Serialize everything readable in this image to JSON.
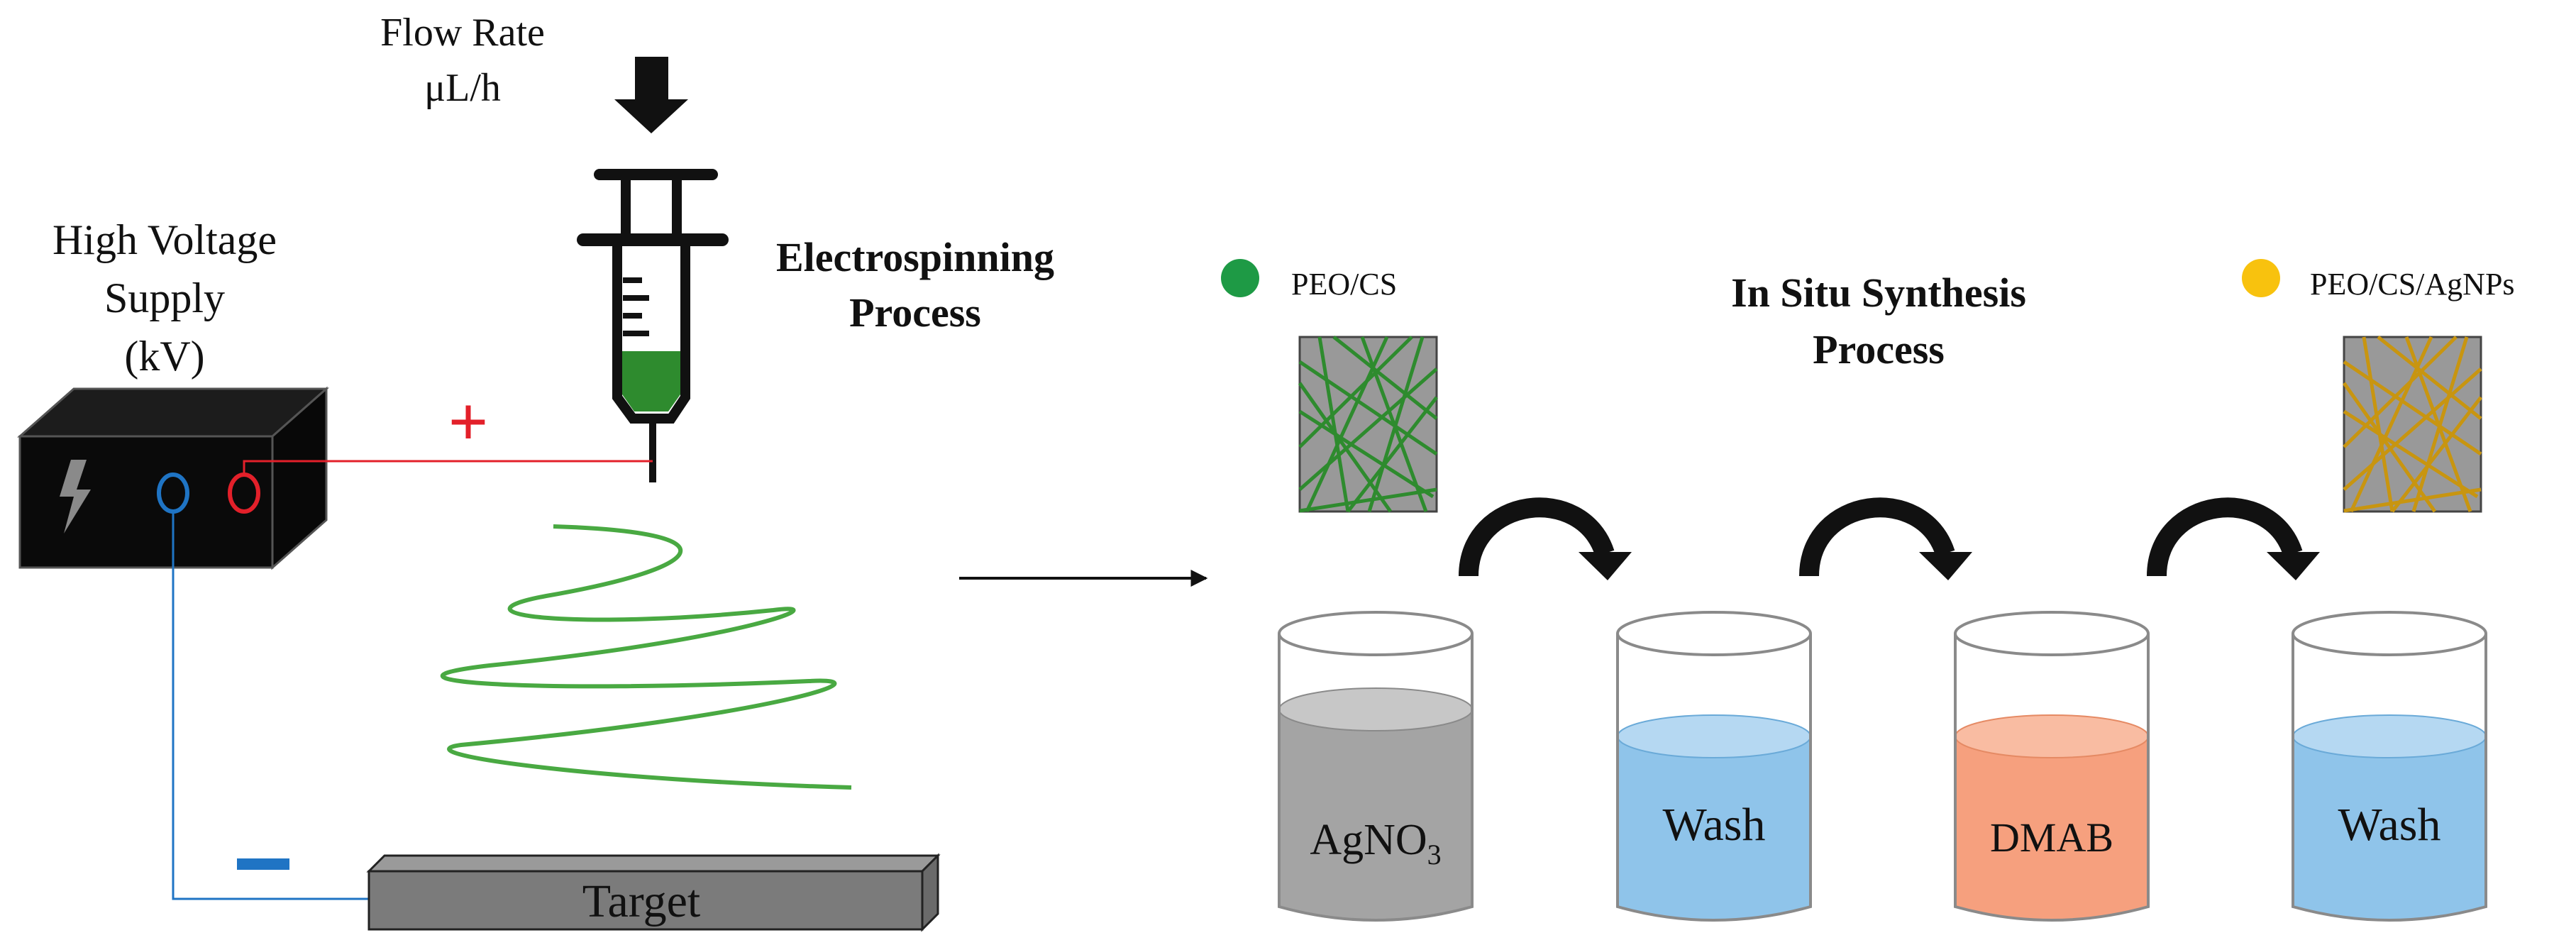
{
  "electrospinning": {
    "flow_rate_line1": "Flow Rate",
    "flow_rate_line2": "μL/h",
    "supply_line1": "High Voltage",
    "supply_line2": "Supply",
    "supply_line3": "(kV)",
    "process_line1": "Electrospinning",
    "process_line2": "Process",
    "target_label": "Target",
    "positive_sign": "+",
    "negative_sign": "−"
  },
  "synthesis": {
    "title_line1": "In Situ Synthesis",
    "title_line2": "Process",
    "legend": [
      {
        "label": "PEO/CS",
        "color": "#1e9a45"
      },
      {
        "label": "PEO/CS/AgNPs",
        "color": "#f8c20e"
      }
    ],
    "beakers": [
      {
        "label": "AgNO",
        "subscript": "3",
        "liquid_color": "#a4a4a4"
      },
      {
        "label": "Wash",
        "subscript": "",
        "liquid_color": "#8fc4ea"
      },
      {
        "label": "DMAB",
        "subscript": "",
        "liquid_color": "#f6a07e"
      },
      {
        "label": "Wash",
        "subscript": "",
        "liquid_color": "#8fc4ea"
      }
    ]
  },
  "colors": {
    "fiber_green": "#2e8b2e",
    "fiber_gold": "#c89510",
    "positive": "#e3202a",
    "negative": "#1f74c4",
    "mesh_bg": "#999999"
  }
}
